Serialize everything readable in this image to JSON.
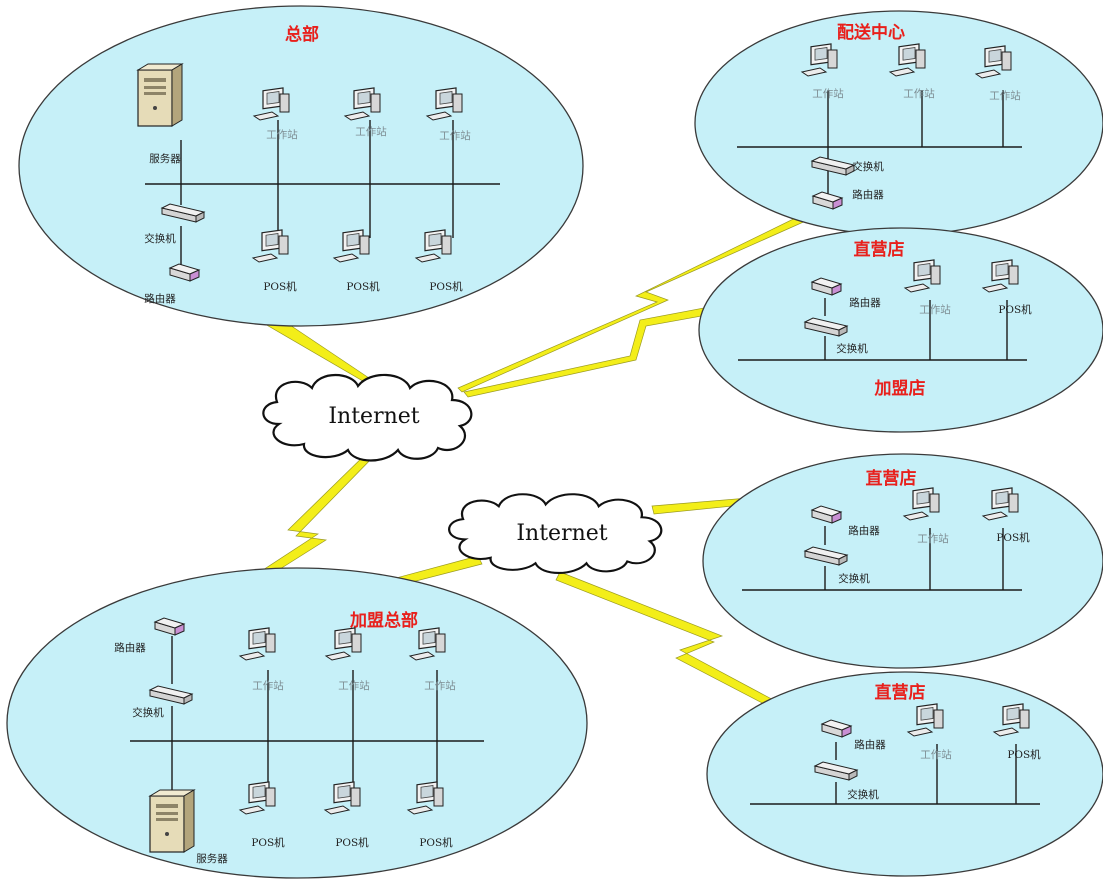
{
  "labels": {
    "hq": "总部",
    "dist": "配送中心",
    "direct": "直营店",
    "franchise": "加盟店",
    "franchise_hq": "加盟总部",
    "internet": "Internet",
    "server": "服务器",
    "switch": "交换机",
    "router": "路由器",
    "workstation": "工作站",
    "pos": "POS机"
  },
  "colors": {
    "zone_fill": "#c6f0f8",
    "title": "#e8201c",
    "bolt": "#f3ee19"
  }
}
